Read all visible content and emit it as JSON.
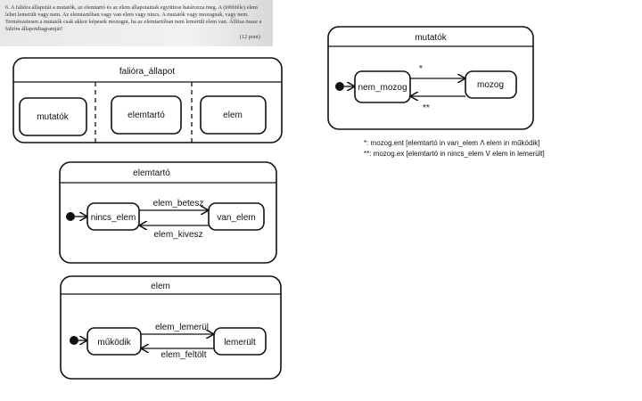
{
  "question": {
    "text": "6. A falióra állapotát a mutatók, az elemtartó és az elem állapotainak együttese határozza meg. A (többféle) elem lehet lemerült vagy nem. Az elemtartóban vagy van elem vagy nincs. A mutatók vagy mozognak, vagy nem. Természetesen a mutatók csak akkor képesek mozogni, ha az elemtartóban nem lemerült elem van. Állítsa össze a falióra állapotdiagramját!",
    "points": "(12 pont)"
  },
  "falióra": {
    "title": "falióra_állapot",
    "regions": [
      "mutatók",
      "elemtartó",
      "elem"
    ]
  },
  "mutatók": {
    "title": "mutatók",
    "states": [
      "nem_mozog",
      "mozog"
    ],
    "transitions": [
      "*",
      "**"
    ],
    "notes": [
      "*: mozog.ent [elemtartó in van_elem Λ elem in működik]",
      "**: mozog.ex [elemtartó in nincs_elem V elem in lemerült]"
    ]
  },
  "elemtartó": {
    "title": "elemtartó",
    "states": [
      "nincs_elem",
      "van_elem"
    ],
    "transitions": [
      "elem_betesz",
      "elem_kivesz"
    ]
  },
  "elem": {
    "title": "elem",
    "states": [
      "működik",
      "lemerült"
    ],
    "transitions": [
      "elem_lemerül",
      "elem_feltölt"
    ]
  }
}
